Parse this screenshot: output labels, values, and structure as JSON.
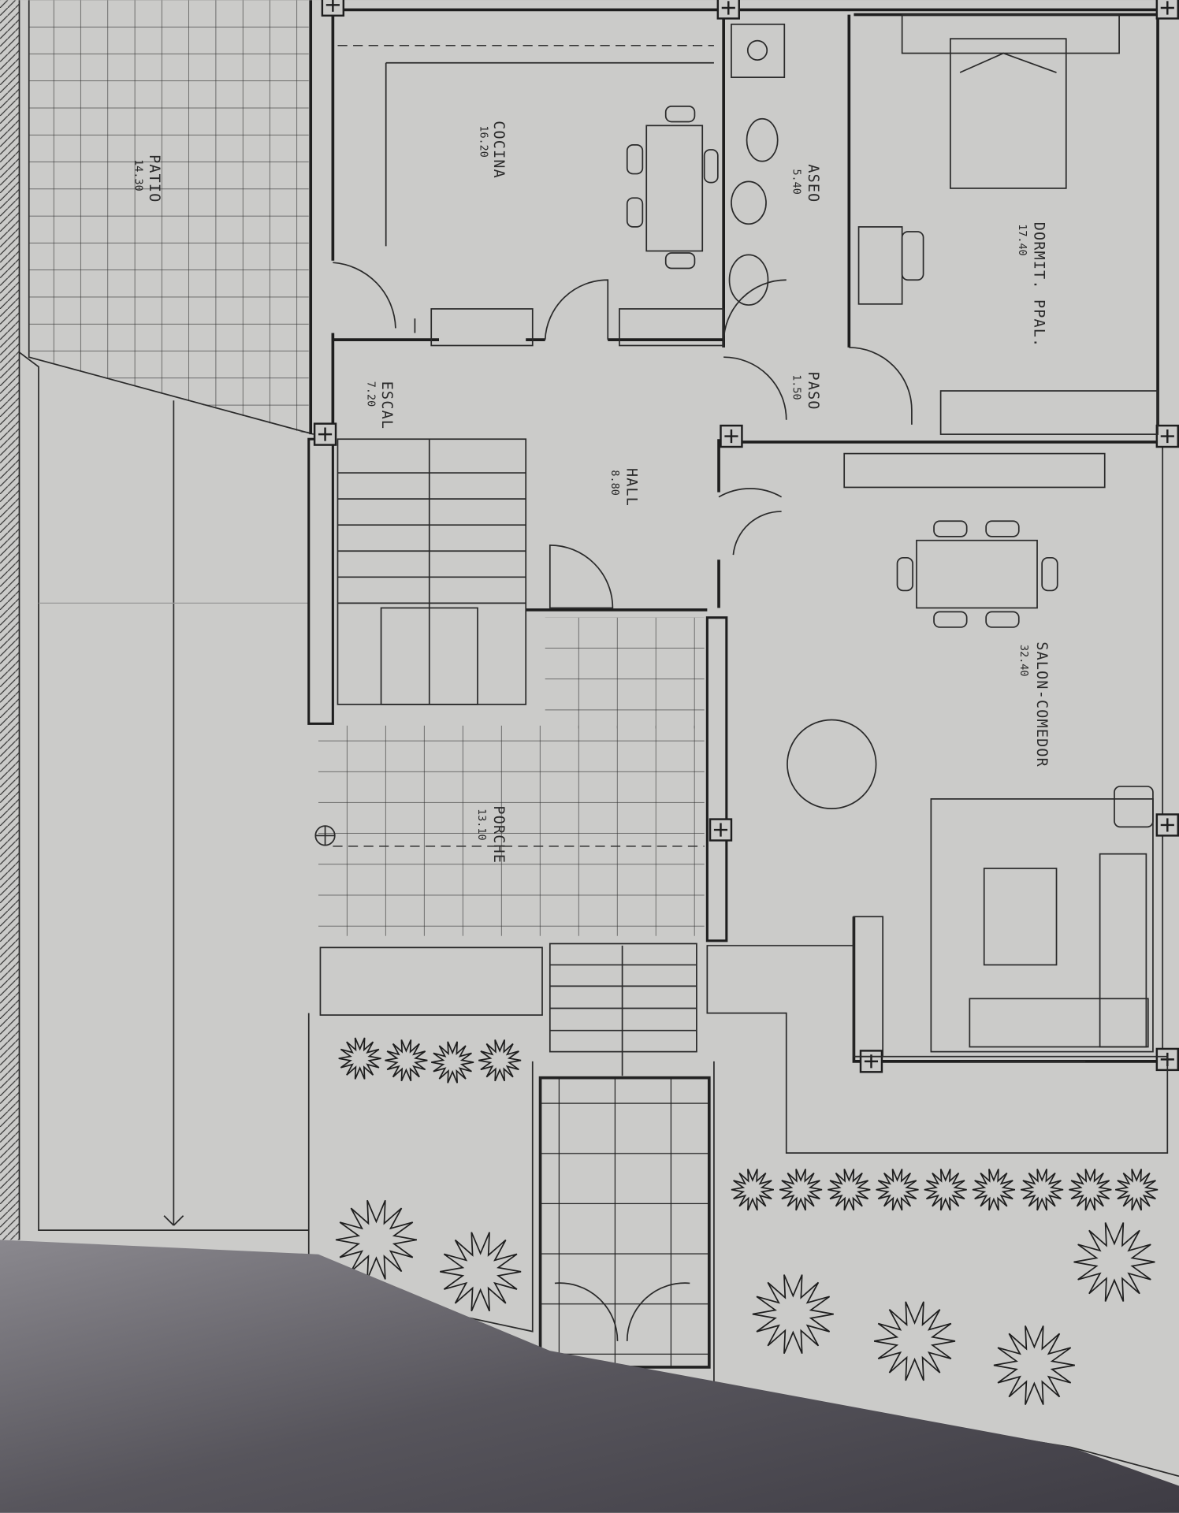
{
  "title": "Floor plan",
  "rooms": [
    {
      "id": "patio",
      "name": "PATIO",
      "area": "14.30"
    },
    {
      "id": "cocina",
      "name": "COCINA",
      "area": "16.20"
    },
    {
      "id": "aseo",
      "name": "ASEO",
      "area": "5.40"
    },
    {
      "id": "dormit",
      "name": "DORMIT. PPAL.",
      "area": "17.40"
    },
    {
      "id": "paso",
      "name": "PASO",
      "area": "1.50"
    },
    {
      "id": "escal",
      "name": "ESCAL",
      "area": "7.20"
    },
    {
      "id": "hall",
      "name": "HALL",
      "area": "8.80"
    },
    {
      "id": "salon",
      "name": "SALON-COMEDOR",
      "area": "32.40"
    },
    {
      "id": "porche",
      "name": "PORCHE",
      "area": "13.10"
    }
  ],
  "colors": {
    "paper": "#cbcbc9",
    "ink": "#1e1e1e",
    "shadow": "#4a4850"
  }
}
